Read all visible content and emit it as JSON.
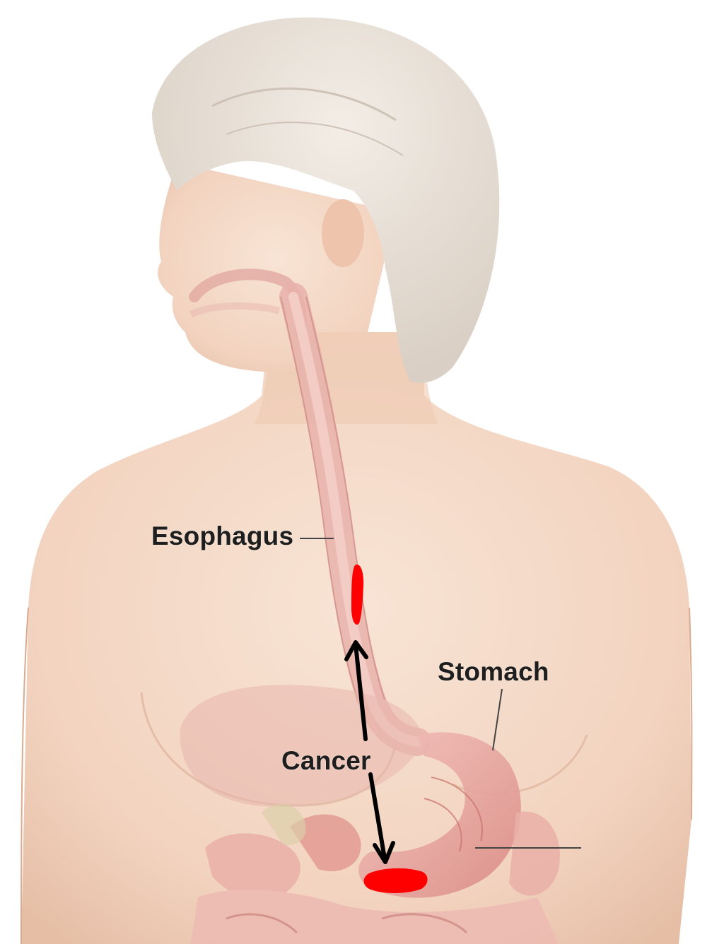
{
  "labels": {
    "esophagus": "Esophagus",
    "stomach": "Stomach",
    "cancer": "Cancer"
  },
  "colors": {
    "skin": "#f4d9c6",
    "skin_shadow": "#e2b79c",
    "hair": "#e8e0d8",
    "organ": "#e9a9a3",
    "organ_dark": "#cf7d78",
    "tumor": "#ff0000",
    "arrow": "#000000",
    "leader_line": "#444444"
  },
  "icons": {
    "tumor_marker": "red-blob",
    "arrow_head": "arrowhead"
  }
}
